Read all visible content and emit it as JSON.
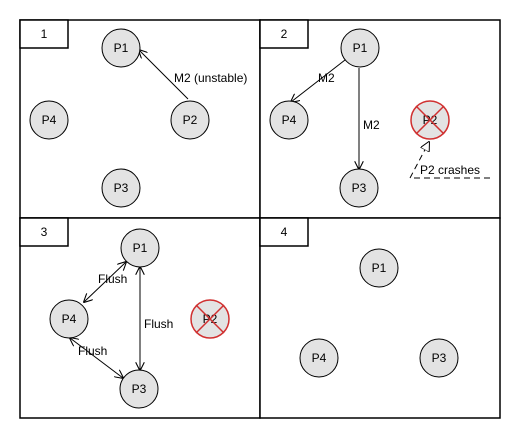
{
  "panels": [
    {
      "number": "1"
    },
    {
      "number": "2"
    },
    {
      "number": "3"
    },
    {
      "number": "4"
    }
  ],
  "nodes": {
    "p1": "P1",
    "p2": "P2",
    "p3": "P3",
    "p4": "P4"
  },
  "edge_labels": {
    "panel1_m2": "M2 (unstable)",
    "panel2_m2_to_p4": "M2",
    "panel2_m2_to_p3": "M2",
    "panel2_crash_note": "P2 crashes",
    "panel3_flush_p1_p4": "Flush",
    "panel3_flush_p1_p3": "Flush",
    "panel3_flush_p4_p3": "Flush"
  },
  "colors": {
    "node_fill": "#e3e3e3",
    "crash_red": "#d03030"
  }
}
